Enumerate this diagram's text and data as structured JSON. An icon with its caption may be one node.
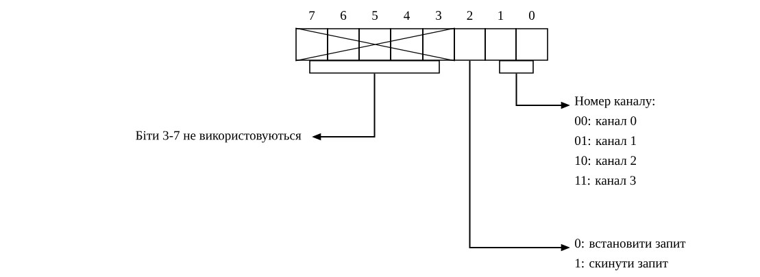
{
  "diagram": {
    "nodes": [
      {
        "text": [
          "7"
        ]
      },
      {
        "text": [
          "6"
        ]
      },
      {
        "text": [
          "5"
        ]
      },
      {
        "text": [
          "4"
        ]
      },
      {
        "text": [
          "3"
        ]
      },
      {
        "text": [
          "2"
        ]
      },
      {
        "text": [
          "1"
        ]
      },
      {
        "text": [
          "0"
        ]
      },
      {
        "text": [],
        "shape": "bar"
      },
      {
        "text": [],
        "shape": "bar"
      },
      {
        "text": [
          "Біти 3-7 не використовуються"
        ]
      },
      {
        "text": [
          "Номер каналу:",
          "00: канал 0",
          "01: канал 1",
          "10: канал 2",
          "11: канал 3"
        ]
      },
      {
        "text": [
          "0: встановити запит",
          "1: скинути запит"
        ]
      }
    ],
    "edges": [
      {
        "from": 8,
        "to": 10,
        "arrow": "to"
      },
      {
        "from": 9,
        "to": 11,
        "arrow": "to"
      },
      {
        "from": 5,
        "to": 12,
        "arrow": "to"
      }
    ]
  }
}
